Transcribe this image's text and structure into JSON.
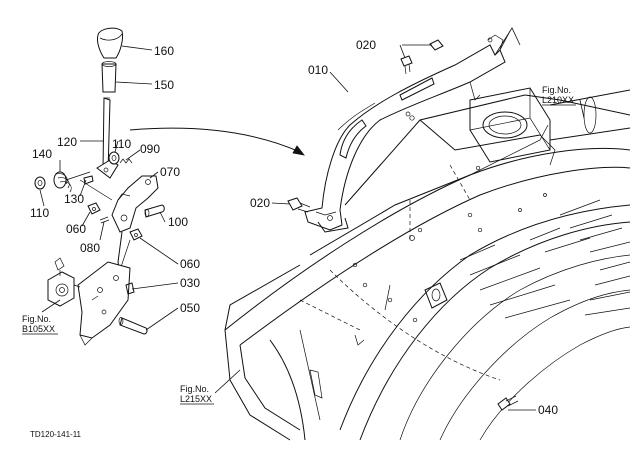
{
  "part_labels": {
    "p160": "160",
    "p150": "150",
    "p120": "120",
    "p110a": "110",
    "p090": "090",
    "p140": "140",
    "p070": "070",
    "p130": "130",
    "p110b": "110",
    "p060a": "060",
    "p100": "100",
    "p080": "080",
    "p060b": "060",
    "p030": "030",
    "p050": "050",
    "p010": "010",
    "p020a": "020",
    "p020b": "020",
    "p040": "040"
  },
  "fig_refs": {
    "b105": {
      "title": "Fig.No.",
      "code": "B105XX"
    },
    "l210": {
      "title": "Fig.No.",
      "code": "L210XX"
    },
    "l215": {
      "title": "Fig.No.",
      "code": "L215XX"
    }
  },
  "drawing_code": "TD120-141-11",
  "colors": {
    "line": "#111111",
    "background": "#ffffff"
  }
}
